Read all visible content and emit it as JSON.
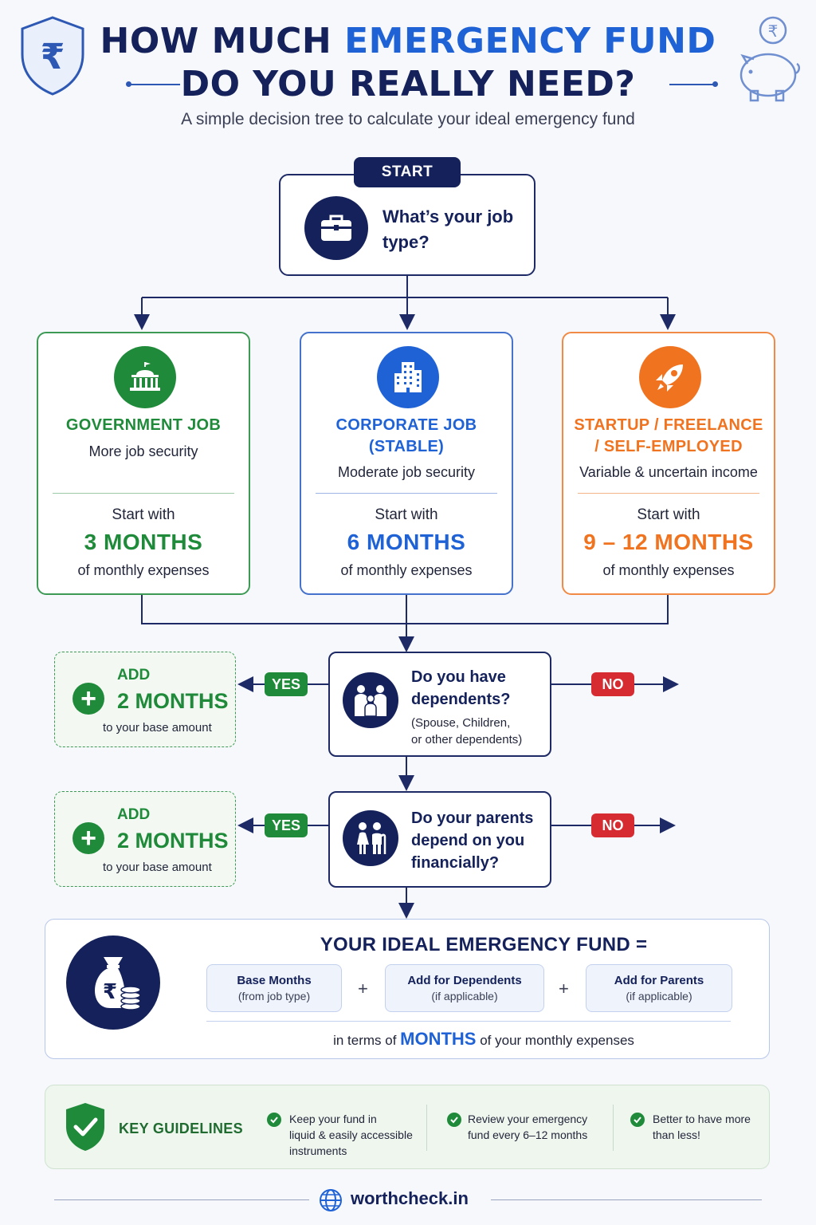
{
  "header": {
    "title_line1_a": "HOW MUCH ",
    "title_line1_b": "EMERGENCY FUND",
    "title_line2": "DO YOU REALLY NEED?",
    "subtitle": "A simple decision tree to calculate your ideal emergency fund",
    "currency_symbol": "₹"
  },
  "start": {
    "label": "START",
    "question": "What’s your job type?"
  },
  "jobs": [
    {
      "title": "GOVERNMENT JOB",
      "security": "More job security",
      "start_with": "Start with",
      "months": "3 MONTHS",
      "of_expenses": "of monthly expenses",
      "color": "#1f8a3a"
    },
    {
      "title_l1": "CORPORATE JOB",
      "title_l2": "(STABLE)",
      "security": "Moderate job security",
      "start_with": "Start with",
      "months": "6 MONTHS",
      "of_expenses": "of monthly expenses",
      "color": "#1f62d6"
    },
    {
      "title_l1": "STARTUP / FREELANCE",
      "title_l2": "/ SELF-EMPLOYED",
      "security": "Variable & uncertain income",
      "start_with": "Start with",
      "months": "9 – 12 MONTHS",
      "of_expenses": "of monthly expenses",
      "color": "#f07320"
    }
  ],
  "dependents": {
    "q_l1": "Do you have",
    "q_l2": "dependents?",
    "note_l1": "(Spouse, Children,",
    "note_l2": "or other dependents)",
    "yes": "YES",
    "no": "NO",
    "add": {
      "label": "ADD",
      "months": "2 MONTHS",
      "note": "to your base amount",
      "plus": "+"
    }
  },
  "parents": {
    "q_l1": "Do your parents",
    "q_l2": "depend on you",
    "q_l3": "financially?",
    "yes": "YES",
    "no": "NO",
    "add": {
      "label": "ADD",
      "months": "2 MONTHS",
      "note": "to your base amount",
      "plus": "+"
    }
  },
  "fund": {
    "title": "YOUR IDEAL EMERGENCY FUND =",
    "components": [
      {
        "name": "Base Months",
        "note": "(from job type)"
      },
      {
        "name": "Add for Dependents",
        "note": "(if applicable)"
      },
      {
        "name": "Add for Parents",
        "note": "(if applicable)"
      }
    ],
    "plus": "+",
    "foot_a": "in terms of ",
    "foot_b": "MONTHS",
    "foot_c": " of your monthly expenses",
    "currency_symbol": "₹"
  },
  "guidelines": {
    "title": "KEY GUIDELINES",
    "items": [
      {
        "l1": "Keep your fund in",
        "l2": "liquid & easily accessible",
        "l3": "instruments"
      },
      {
        "l1": "Review your emergency",
        "l2": "fund every 6–12 months"
      },
      {
        "l1": "Better to have more",
        "l2": "than less!"
      }
    ]
  },
  "footer": {
    "site": "worthcheck.in"
  },
  "colors": {
    "navy": "#14215a",
    "green": "#1f8a3a",
    "blue": "#1f62d6",
    "orange": "#f07320",
    "red": "#d52b31"
  }
}
